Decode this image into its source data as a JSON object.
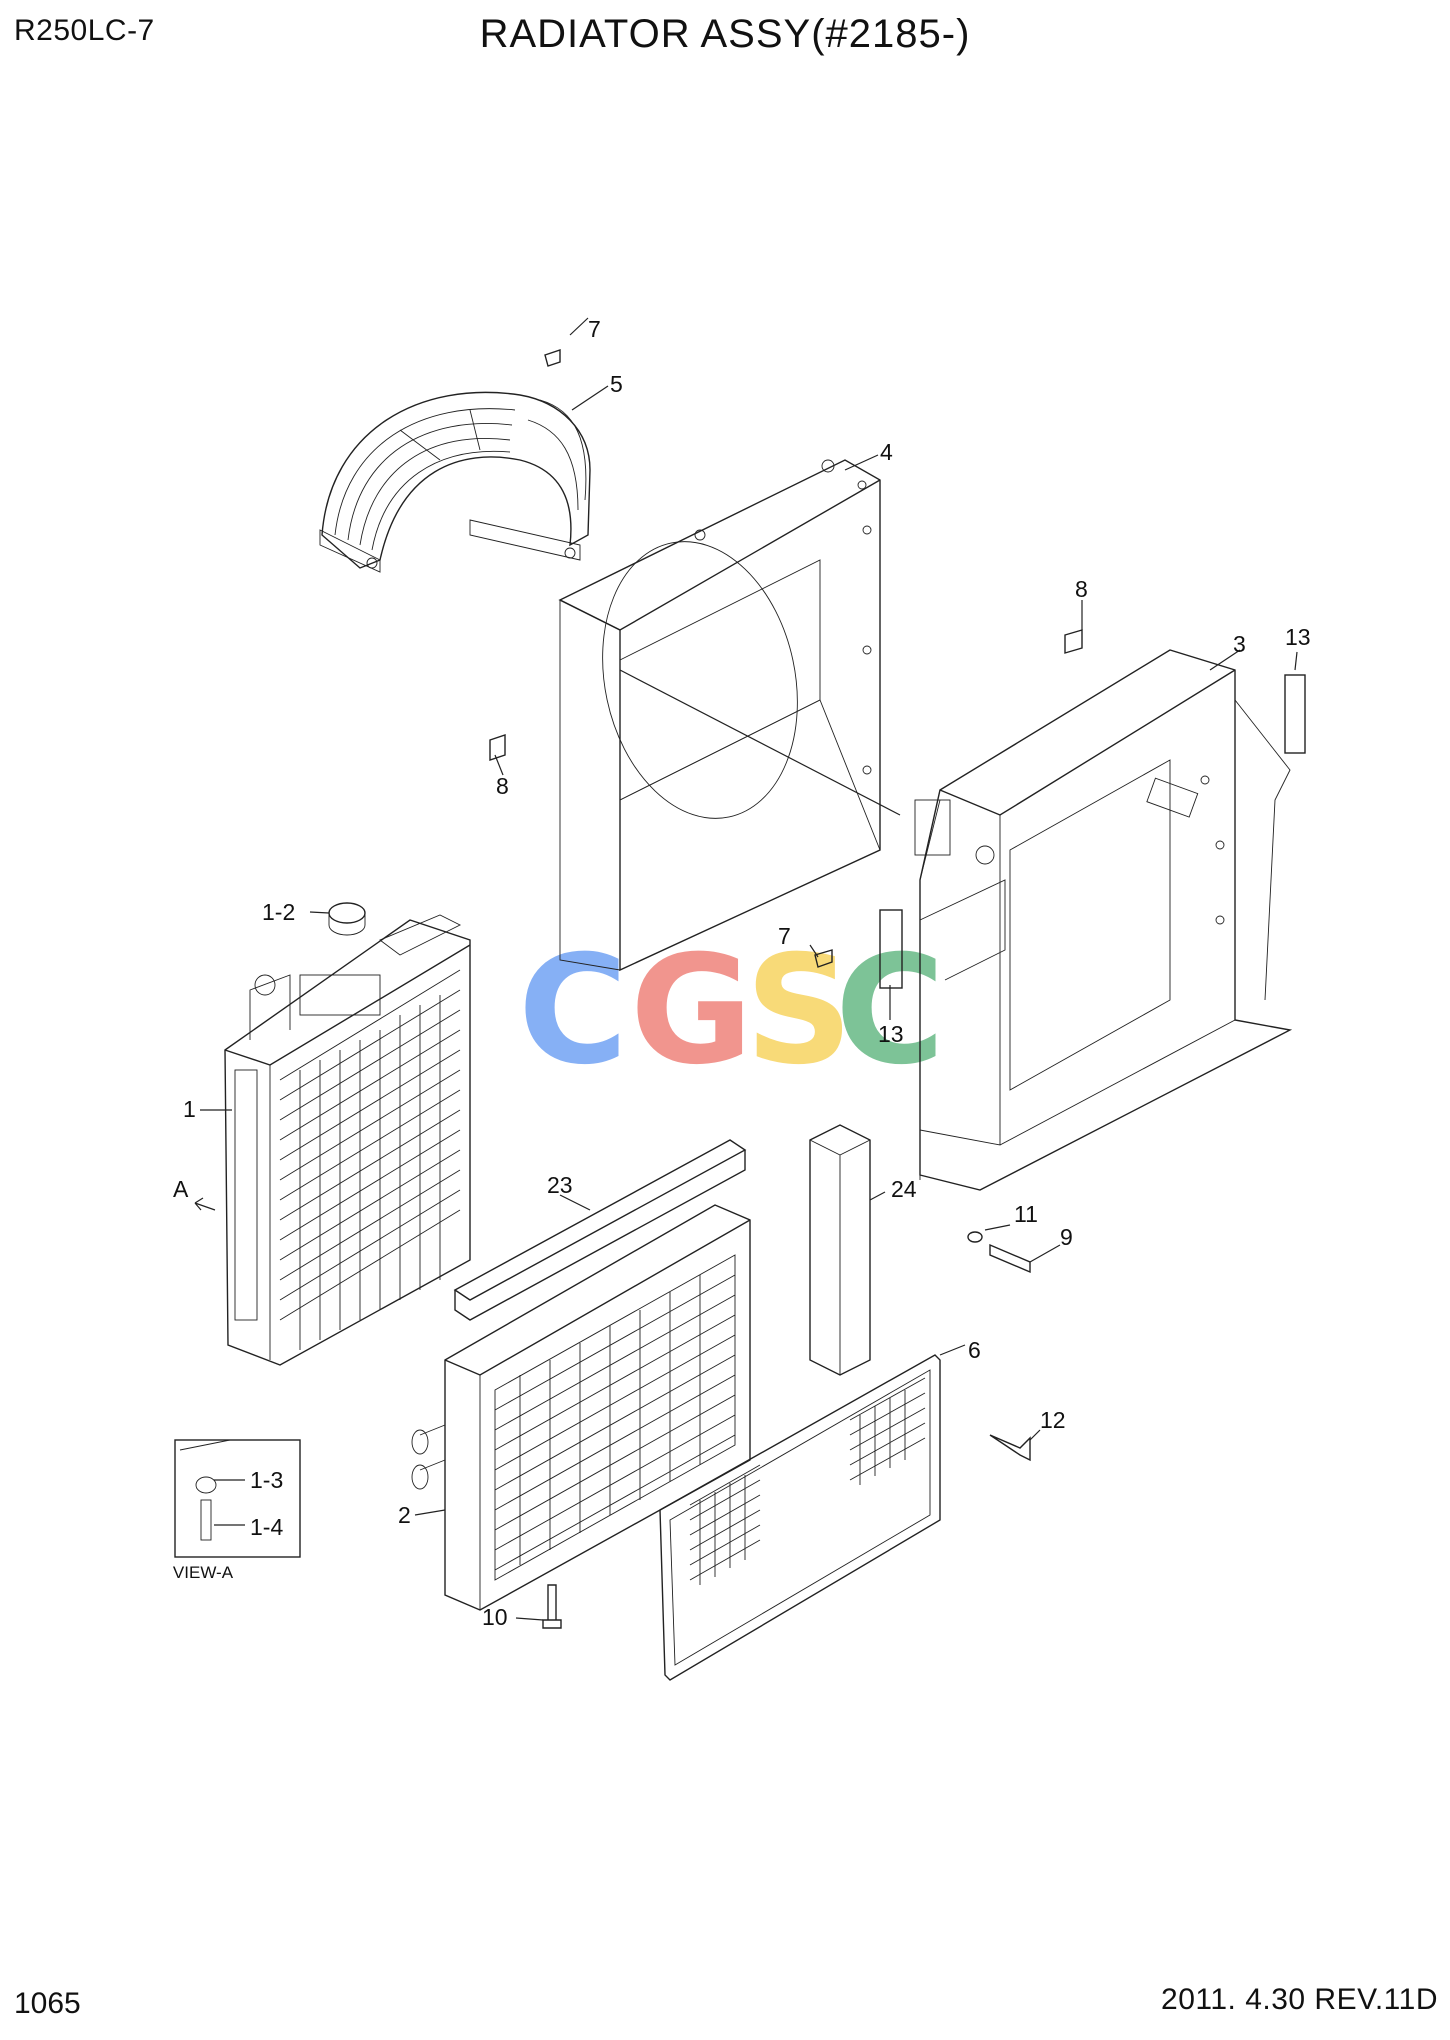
{
  "header": {
    "model": "R250LC-7",
    "title": "RADIATOR ASSY(#2185-)"
  },
  "footer": {
    "page_number": "1065",
    "revision": "2011. 4.30  REV.11D"
  },
  "watermark": {
    "letters": [
      "C",
      "G",
      "S",
      "C"
    ],
    "colors": [
      "#7aa8f5",
      "#f08a82",
      "#f8d66a",
      "#6fbd8c"
    ]
  },
  "view_label": "VIEW-A",
  "callouts": {
    "c1": "1",
    "c1_2": "1-2",
    "c1_3": "1-3",
    "c1_4": "1-4",
    "c2": "2",
    "c3": "3",
    "c4": "4",
    "c5": "5",
    "c6": "6",
    "c7a": "7",
    "c7b": "7",
    "c8a": "8",
    "c8b": "8",
    "c9": "9",
    "c10": "10",
    "c11": "11",
    "c12": "12",
    "c13a": "13",
    "c13b": "13",
    "c23": "23",
    "c24": "24",
    "cA": "A"
  }
}
